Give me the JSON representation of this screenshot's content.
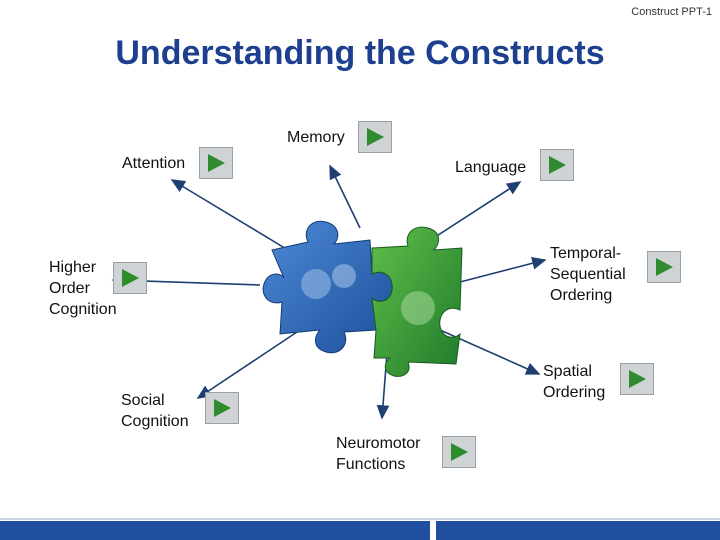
{
  "slide": {
    "id": "Construct PPT-1",
    "title": "Understanding the Constructs"
  },
  "colors": {
    "title": "#1d3f8f",
    "puzzle_blue": "#2c6fc0",
    "puzzle_green": "#2e8d2e",
    "play_triangle": "#2e8b2e",
    "bottom_bar": "#1f4f9e"
  },
  "constructs": [
    {
      "id": "memory",
      "label": "Memory"
    },
    {
      "id": "attention",
      "label": "Attention"
    },
    {
      "id": "language",
      "label": "Language"
    },
    {
      "id": "higher-order",
      "label": "Higher\nOrder\nCognition"
    },
    {
      "id": "temporal",
      "label": "Temporal-\nSequential\nOrdering"
    },
    {
      "id": "spatial",
      "label": "Spatial\nOrdering"
    },
    {
      "id": "social",
      "label": "Social\nCognition"
    },
    {
      "id": "neuromotor",
      "label": "Neuromotor\nFunctions"
    }
  ],
  "icons": {
    "play": "play-icon",
    "puzzle": "puzzle-icon"
  }
}
